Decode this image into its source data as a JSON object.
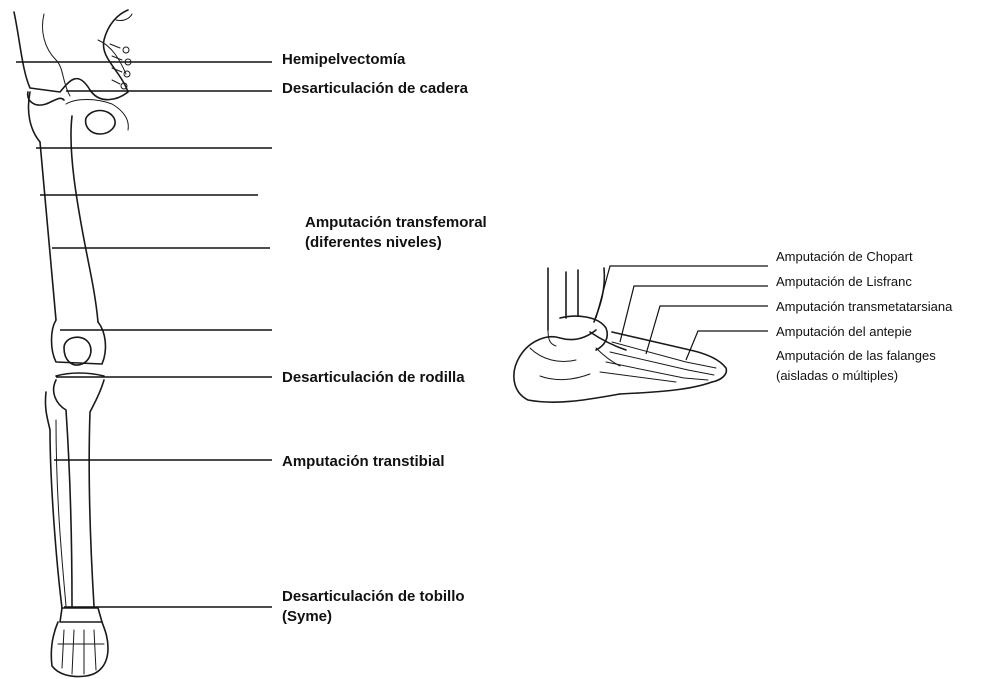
{
  "leg_labels": {
    "hemipelvectomia": "Hemipelvectomía",
    "desart_cadera": "Desarticulación de cadera",
    "transfemoral_1": "Amputación transfemoral",
    "transfemoral_2": "(diferentes niveles)",
    "desart_rodilla": "Desarticulación de rodilla",
    "transtibial": "Amputación transtibial",
    "desart_tobillo_1": "Desarticulación de tobillo",
    "desart_tobillo_2": "(Syme)"
  },
  "foot_labels": {
    "chopart": "Amputación de Chopart",
    "lisfranc": "Amputación de Lisfranc",
    "transmetatarsiana": "Amputación transmetatarsiana",
    "antepie": "Amputación del antepie",
    "falanges_1": "Amputación de las falanges",
    "falanges_2": "(aisladas o múltiples)"
  }
}
